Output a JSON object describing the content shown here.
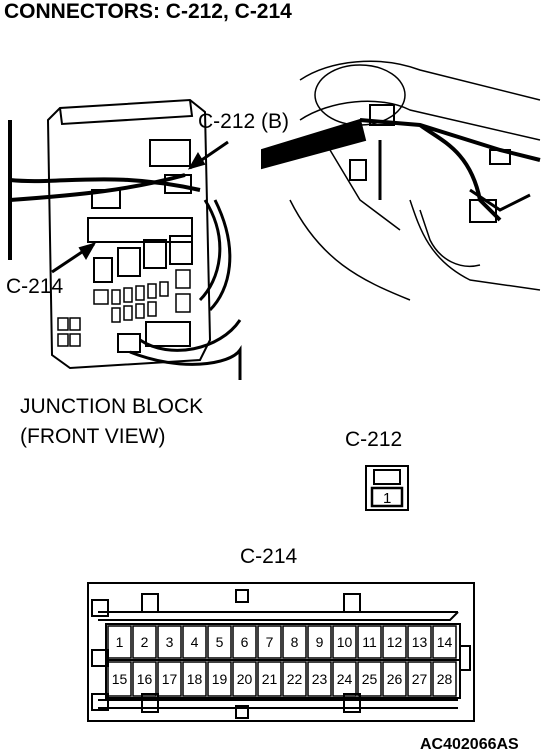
{
  "title": "CONNECTORS: C-212, C-214",
  "callouts": {
    "c212_b": "C-212 (B)",
    "c214": "C-214"
  },
  "junction_block_caption": [
    "JUNCTION BLOCK",
    "(FRONT VIEW)"
  ],
  "connector_c212": {
    "label": "C-212",
    "pins": [
      "1"
    ]
  },
  "connector_c214": {
    "label": "C-214",
    "row1": [
      "1",
      "2",
      "3",
      "4",
      "5",
      "6",
      "7",
      "8",
      "9",
      "10",
      "11",
      "12",
      "13",
      "14"
    ],
    "row2": [
      "15",
      "16",
      "17",
      "18",
      "19",
      "20",
      "21",
      "22",
      "23",
      "24",
      "25",
      "26",
      "27",
      "28"
    ]
  },
  "reference_code": "AC402066AS"
}
